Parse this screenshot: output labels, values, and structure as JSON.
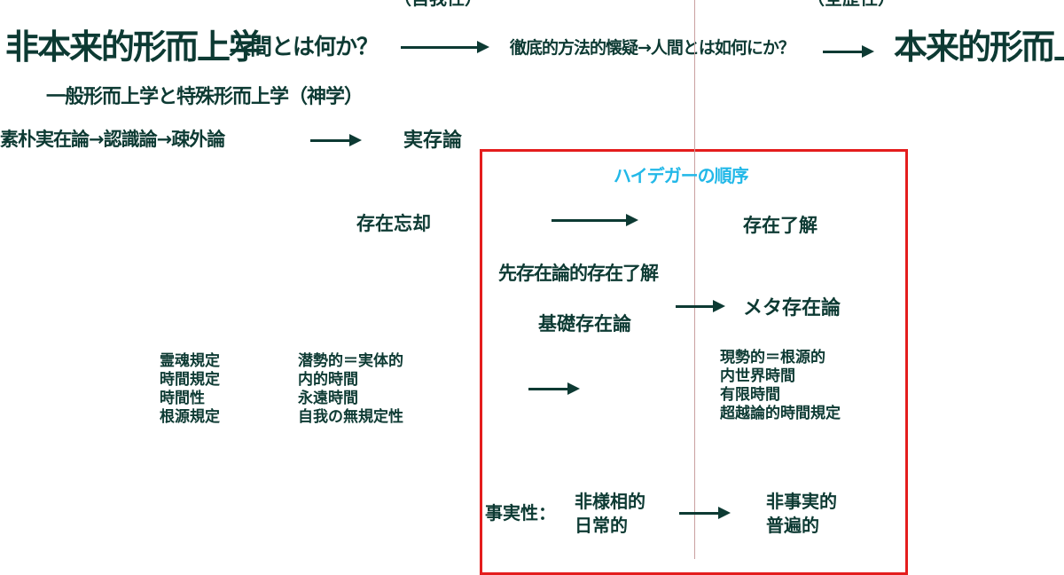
{
  "colors": {
    "text": "#0d3a33",
    "accent_title": "#22b8e8",
    "box": "#e41d1d",
    "center_line": "#c9a0a0"
  },
  "top": {
    "clipped_left": "（自我性）",
    "clipped_right": "（全歴性）",
    "nonauthentic": "非本来的形而上学",
    "question1": "人間とは何か？",
    "question2": "徹底的方法的懐疑→人間とは如何にか？",
    "authentic": "本来的形而上学",
    "general_special": "一般形而上学と特殊形而上学（神学）",
    "realism_chain": "素朴実在論→認識論→疎外論",
    "existentialism": "実存論"
  },
  "box": {
    "title": "ハイデガーの順序",
    "forgetting": "存在忘却",
    "understanding": "存在了解",
    "pre_ontological": "先存在論的存在了解",
    "fundamental": "基礎存在論",
    "meta": "メタ存在論",
    "facticity_label": "事実性：",
    "facticity_left": "非様相的\n日常的",
    "facticity_right": "非事実的\n普遍的"
  },
  "lower": {
    "col1": "霊魂規定\n時間規定\n時間性\n根源規定",
    "col2": "潜勢的＝実体的\n内的時間\n永遠時間\n自我の無規定性",
    "col3": "現勢的＝根源的\n内世界時間\n有限時間\n超越論的時間規定"
  }
}
